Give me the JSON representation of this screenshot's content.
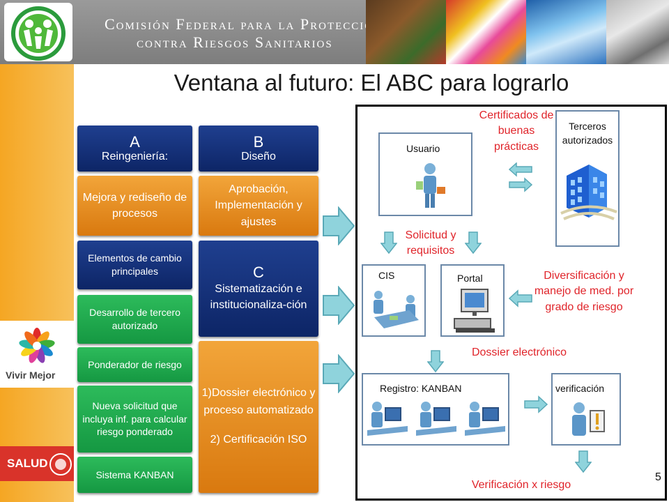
{
  "header": {
    "org_line1": "Comisión Federal para la Protección",
    "org_line2": "contra Riesgos Sanitarios"
  },
  "sidebar": {
    "campaign": "Vivir Mejor",
    "ministry": "SALUD"
  },
  "title": "Ventana al futuro: El ABC para lograrlo",
  "columns": {
    "a": {
      "letter": "A",
      "name": "Reingeniería:"
    },
    "b": {
      "letter": "B",
      "name": "Diseño"
    },
    "c": {
      "letter": "C",
      "name": "Sistematización e institucionaliza-ción"
    }
  },
  "blocks": {
    "mejora": "Mejora y rediseño de procesos",
    "aprobacion": "Aprobación, Implementación y ajustes",
    "elementos": "Elementos de cambio principales",
    "desarrollo": "Desarrollo de tercero autorizado",
    "ponderador": "Ponderador de riesgo",
    "nueva": "Nueva solicitud que incluya inf. para calcular riesgo ponderado",
    "sistema": "Sistema KANBAN",
    "dossier_item": "1)Dossier electrónico y proceso automatizado",
    "certificacion_item": "2) Certificación ISO"
  },
  "diagram": {
    "usuario": "Usuario",
    "terceros": "Terceros autorizados",
    "certificados": "Certificados de buenas prácticas",
    "solicitud": "Solicitud y requisitos",
    "cis": "CIS",
    "portal": "Portal",
    "diversificacion": "Diversificación y manejo de med. por grado de riesgo",
    "dossier": "Dossier electrónico",
    "registro": "Registro: KANBAN",
    "verificacion": "verificación",
    "verificacion_riesgo": "Verificación x riesgo"
  },
  "page_number": "5",
  "colors": {
    "navy": "#0d2566",
    "orange": "#d9790f",
    "green": "#159842",
    "red_text": "#e0242a",
    "arrow_fill": "#8fd3dc"
  },
  "icons": [
    "logo-family-icon",
    "vivir-mejor-flower-icon",
    "mexico-seal-icon",
    "person-icon",
    "building-icon",
    "meeting-icon",
    "computer-icon",
    "worker-icon",
    "inspector-icon",
    "block-arrow-icon"
  ]
}
